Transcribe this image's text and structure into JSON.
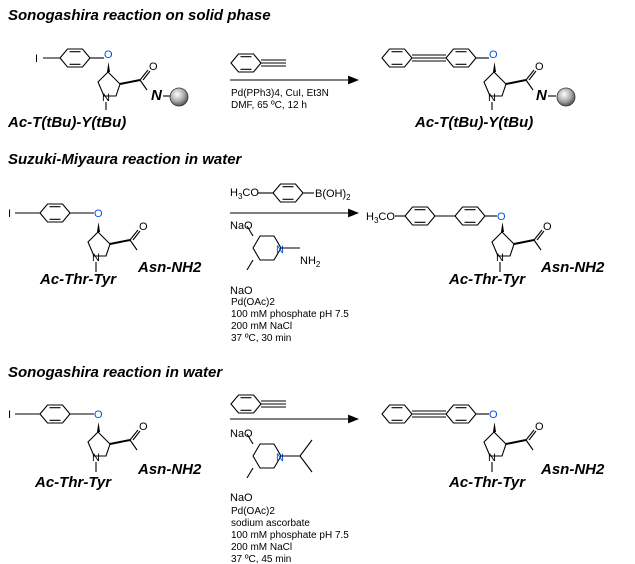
{
  "sections": [
    {
      "title": "Sonogashira reaction on solid phase",
      "left_peptide": "Ac-T(tBu)-Y(tBu)",
      "right_peptide": "Ac-T(tBu)-Y(tBu)",
      "conditions": [
        "Pd(PPh3)4, CuI, Et3N",
        "DMF, 65 ºC, 12 h"
      ]
    },
    {
      "title": "Suzuki-Miyaura reaction in water",
      "left_peptide": "Ac-Thr-Tyr",
      "left_c_term": "Asn-NH2",
      "right_peptide": "Ac-Thr-Tyr",
      "right_c_term": "Asn-NH2",
      "reagent": "H3CO–C6H4–B(OH)2",
      "conditions": [
        "Pd(OAc)2",
        "100 mM phosphate pH 7.5",
        "200 mM NaCl",
        "37 ºC, 30 min"
      ]
    },
    {
      "title": "Sonogashira reaction in water",
      "left_peptide": "Ac-Thr-Tyr",
      "left_c_term": "Asn-NH2",
      "right_peptide": "Ac-Thr-Tyr",
      "right_c_term": "Asn-NH2",
      "conditions": [
        "Pd(OAc)2",
        "sodium ascorbate",
        "100 mM phosphate pH 7.5",
        "200 mM NaCl",
        "37 ºC, 45 min"
      ]
    }
  ],
  "atoms": {
    "iodine": "I",
    "oxygen": "O",
    "nitrogen": "N",
    "sodium_oxide": "NaO",
    "amine": "NH2",
    "methoxy": "H3CO",
    "boronic": "B(OH)2"
  }
}
